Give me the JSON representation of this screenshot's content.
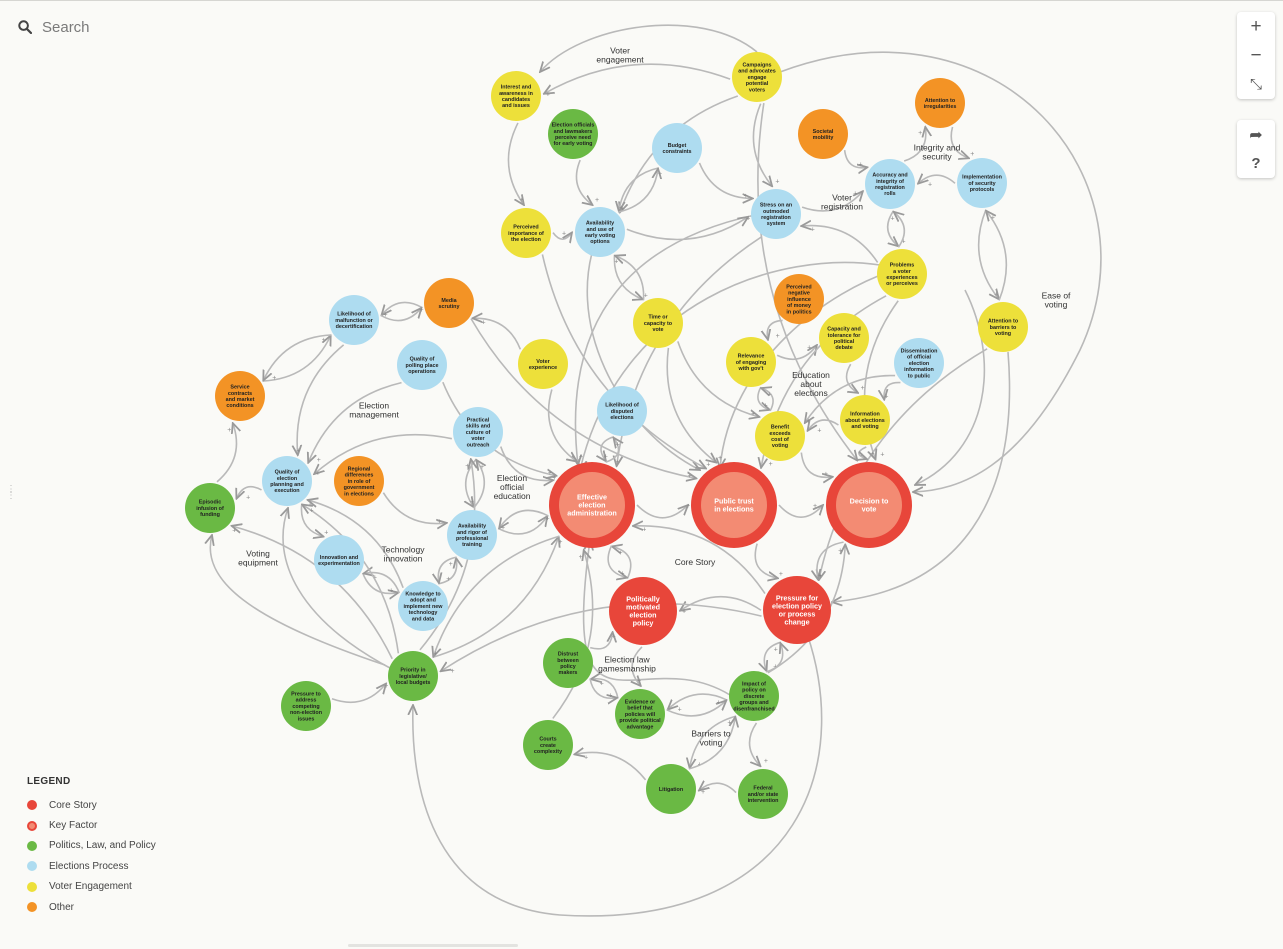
{
  "search": {
    "placeholder": "Search"
  },
  "toolbar": [
    {
      "name": "zoom-in-button",
      "glyph": "+"
    },
    {
      "name": "zoom-out-button",
      "glyph": "−"
    },
    {
      "name": "fit-screen-button",
      "glyph": "⤡"
    },
    {
      "name": "share-button",
      "glyph": "➦"
    },
    {
      "name": "help-button",
      "glyph": "?"
    }
  ],
  "colors": {
    "core": "#e8463a",
    "core_inner": "#f38b73",
    "key": "#e8463a",
    "politics": "#6ab944",
    "process": "#aedcf0",
    "engagement": "#ede03a",
    "other": "#f39325",
    "edge": "#b9b9b9"
  },
  "legend": {
    "title": "LEGEND",
    "items": [
      {
        "label": "Core Story",
        "cat": "core"
      },
      {
        "label": "Key Factor",
        "cat": "key"
      },
      {
        "label": "Politics, Law, and Policy",
        "cat": "politics"
      },
      {
        "label": "Elections Process",
        "cat": "process"
      },
      {
        "label": "Voter Engagement",
        "cat": "engagement"
      },
      {
        "label": "Other",
        "cat": "other"
      }
    ]
  },
  "nodes": [
    {
      "id": "campaigns",
      "cat": "engagement",
      "lines": [
        "Campaigns",
        "and advocates",
        "engage",
        "potential",
        "voters"
      ]
    },
    {
      "id": "interest",
      "cat": "engagement",
      "lines": [
        "Interest and",
        "awareness in",
        "candidates",
        "and issues"
      ]
    },
    {
      "id": "officials",
      "cat": "politics",
      "lines": [
        "Election officials",
        "and lawmakers",
        "perceive need",
        "for early voting"
      ]
    },
    {
      "id": "budget",
      "cat": "process",
      "lines": [
        "Budget",
        "constraints"
      ]
    },
    {
      "id": "societal",
      "cat": "other",
      "lines": [
        "Societal",
        "mobility"
      ]
    },
    {
      "id": "irregular",
      "cat": "other",
      "lines": [
        "Attention to",
        "irregularities"
      ]
    },
    {
      "id": "accuracy",
      "cat": "process",
      "lines": [
        "Accuracy and",
        "integrity of",
        "registration",
        "rolls"
      ]
    },
    {
      "id": "security",
      "cat": "process",
      "lines": [
        "Implementation",
        "of security",
        "protocols"
      ]
    },
    {
      "id": "importance",
      "cat": "engagement",
      "lines": [
        "Perceived",
        "importance of",
        "the election"
      ]
    },
    {
      "id": "early",
      "cat": "process",
      "lines": [
        "Availability",
        "and use of",
        "early voting",
        "options"
      ]
    },
    {
      "id": "stress",
      "cat": "process",
      "lines": [
        "Stress on an",
        "outmoded",
        "registration",
        "system"
      ]
    },
    {
      "id": "problems",
      "cat": "engagement",
      "lines": [
        "Problems",
        "a voter",
        "experiences",
        "or perceives"
      ]
    },
    {
      "id": "barriers",
      "cat": "engagement",
      "lines": [
        "Attention to",
        "barriers to",
        "voting"
      ]
    },
    {
      "id": "media",
      "cat": "other",
      "lines": [
        "Media",
        "scrutiny"
      ]
    },
    {
      "id": "malfunction",
      "cat": "process",
      "lines": [
        "Likelihood of",
        "malfunction or",
        "decertification"
      ]
    },
    {
      "id": "time",
      "cat": "engagement",
      "lines": [
        "Time or",
        "capacity to",
        "vote"
      ]
    },
    {
      "id": "money",
      "cat": "other",
      "lines": [
        "Perceived",
        "negative",
        "influence",
        "of money",
        "in politics"
      ]
    },
    {
      "id": "capacity",
      "cat": "engagement",
      "lines": [
        "Capacity and",
        "tolerance for",
        "political",
        "debate"
      ]
    },
    {
      "id": "service",
      "cat": "other",
      "lines": [
        "Service",
        "contracts",
        "and market",
        "conditions"
      ]
    },
    {
      "id": "polling",
      "cat": "process",
      "lines": [
        "Quality of",
        "polling place",
        "operations"
      ]
    },
    {
      "id": "experience",
      "cat": "engagement",
      "lines": [
        "Voter",
        "experience"
      ]
    },
    {
      "id": "relevance",
      "cat": "engagement",
      "lines": [
        "Relevance",
        "of engaging",
        "with gov't"
      ]
    },
    {
      "id": "dissemination",
      "cat": "process",
      "lines": [
        "Dissemination",
        "of official",
        "election",
        "information",
        "to public"
      ]
    },
    {
      "id": "practical",
      "cat": "process",
      "lines": [
        "Practical",
        "skills and",
        "culture of",
        "voter",
        "outreach"
      ]
    },
    {
      "id": "disputed",
      "cat": "process",
      "lines": [
        "Likelihood of",
        "disputed",
        "elections"
      ]
    },
    {
      "id": "information",
      "cat": "engagement",
      "lines": [
        "Information",
        "about elections",
        "and voting"
      ]
    },
    {
      "id": "benefit",
      "cat": "engagement",
      "lines": [
        "Benefit",
        "exceeds",
        "cost of",
        "voting"
      ]
    },
    {
      "id": "quality",
      "cat": "process",
      "lines": [
        "Quality of",
        "election",
        "planning and",
        "execution"
      ]
    },
    {
      "id": "regional",
      "cat": "other",
      "lines": [
        "Regional",
        "differences",
        "in role of",
        "government",
        "in elections"
      ]
    },
    {
      "id": "episodic",
      "cat": "politics",
      "lines": [
        "Episodic",
        "infusion of",
        "funding"
      ]
    },
    {
      "id": "training",
      "cat": "process",
      "lines": [
        "Availability",
        "and rigor of",
        "professional",
        "training"
      ]
    },
    {
      "id": "innovation",
      "cat": "process",
      "lines": [
        "Innovation and",
        "experimentation"
      ]
    },
    {
      "id": "knowledge",
      "cat": "process",
      "lines": [
        "Knowledge to",
        "adopt and",
        "implement new",
        "technology",
        "and data"
      ]
    },
    {
      "id": "effective",
      "cat": "core",
      "lines": [
        "Effective",
        "election",
        "administration"
      ]
    },
    {
      "id": "trust",
      "cat": "core",
      "lines": [
        "Public trust",
        "in elections"
      ]
    },
    {
      "id": "decision",
      "cat": "core",
      "lines": [
        "Decision to",
        "vote"
      ]
    },
    {
      "id": "motivated",
      "cat": "key",
      "lines": [
        "Politically",
        "motivated",
        "election",
        "policy"
      ]
    },
    {
      "id": "pressure",
      "cat": "key",
      "lines": [
        "Pressure for",
        "election policy",
        "or process",
        "change"
      ]
    },
    {
      "id": "distrust",
      "cat": "politics",
      "lines": [
        "Distrust",
        "between",
        "policy",
        "makers"
      ]
    },
    {
      "id": "evidence",
      "cat": "politics",
      "lines": [
        "Evidence or",
        "belief that",
        "policies will",
        "provide political",
        "advantage"
      ]
    },
    {
      "id": "impact",
      "cat": "politics",
      "lines": [
        "Impact of",
        "policy on",
        "discrete",
        "groups and",
        "disenfranchised"
      ]
    },
    {
      "id": "priority",
      "cat": "politics",
      "lines": [
        "Priority in",
        "legislative/",
        "local budgets"
      ]
    },
    {
      "id": "pressure2",
      "cat": "politics",
      "lines": [
        "Pressure to",
        "address",
        "competing",
        "non-election",
        "issues"
      ]
    },
    {
      "id": "courts",
      "cat": "politics",
      "lines": [
        "Courts",
        "create",
        "complexity"
      ]
    },
    {
      "id": "litigation",
      "cat": "politics",
      "lines": [
        "Litigation"
      ]
    },
    {
      "id": "federal",
      "cat": "politics",
      "lines": [
        "Federal",
        "and/or state",
        "intervention"
      ]
    }
  ],
  "loops": [
    {
      "lines": [
        "Voter",
        "engagement"
      ]
    },
    {
      "lines": [
        "Integrity and",
        "security"
      ]
    },
    {
      "lines": [
        "Voter",
        "registration"
      ]
    },
    {
      "lines": [
        "Ease of",
        "voting"
      ]
    },
    {
      "lines": [
        "Election",
        "management"
      ]
    },
    {
      "lines": [
        "Education",
        "about",
        "elections"
      ]
    },
    {
      "lines": [
        "Election",
        "official",
        "education"
      ]
    },
    {
      "lines": [
        "Voting",
        "equipment"
      ]
    },
    {
      "lines": [
        "Technology",
        "innovation"
      ]
    },
    {
      "lines": [
        "Core Story"
      ]
    },
    {
      "lines": [
        "Election law",
        "gamesmanship"
      ]
    },
    {
      "lines": [
        "Barriers to",
        "voting"
      ]
    }
  ],
  "edges": [
    [
      "campaigns",
      "interest"
    ],
    [
      "campaigns",
      "stress"
    ],
    [
      "campaigns",
      "early"
    ],
    [
      "campaigns",
      "decision"
    ],
    [
      "interest",
      "importance"
    ],
    [
      "officials",
      "early"
    ],
    [
      "budget",
      "early"
    ],
    [
      "early",
      "budget"
    ],
    [
      "budget",
      "stress"
    ],
    [
      "early",
      "time"
    ],
    [
      "time",
      "early"
    ],
    [
      "early",
      "stress"
    ],
    [
      "importance",
      "early"
    ],
    [
      "importance",
      "trust"
    ],
    [
      "societal",
      "accuracy"
    ],
    [
      "irregular",
      "security"
    ],
    [
      "accuracy",
      "irregular"
    ],
    [
      "security",
      "accuracy"
    ],
    [
      "stress",
      "accuracy"
    ],
    [
      "accuracy",
      "problems"
    ],
    [
      "problems",
      "accuracy"
    ],
    [
      "problems",
      "stress"
    ],
    [
      "security",
      "barriers"
    ],
    [
      "barriers",
      "security"
    ],
    [
      "barriers",
      "pressure"
    ],
    [
      "problems",
      "decision"
    ],
    [
      "stress",
      "effective"
    ],
    [
      "time",
      "trust"
    ],
    [
      "time",
      "benefit"
    ],
    [
      "money",
      "relevance"
    ],
    [
      "relevance",
      "capacity"
    ],
    [
      "capacity",
      "information"
    ],
    [
      "dissemination",
      "information"
    ],
    [
      "information",
      "benefit"
    ],
    [
      "relevance",
      "benefit"
    ],
    [
      "benefit",
      "relevance"
    ],
    [
      "benefit",
      "decision"
    ],
    [
      "problems",
      "trust"
    ],
    [
      "media",
      "malfunction"
    ],
    [
      "experience",
      "media"
    ],
    [
      "media",
      "trust"
    ],
    [
      "malfunction",
      "media"
    ],
    [
      "service",
      "malfunction"
    ],
    [
      "malfunction",
      "service"
    ],
    [
      "malfunction",
      "quality"
    ],
    [
      "polling",
      "quality"
    ],
    [
      "polling",
      "effective"
    ],
    [
      "experience",
      "effective"
    ],
    [
      "practical",
      "quality"
    ],
    [
      "practical",
      "effective"
    ],
    [
      "practical",
      "training"
    ],
    [
      "training",
      "practical"
    ],
    [
      "disputed",
      "effective"
    ],
    [
      "effective",
      "disputed"
    ],
    [
      "regional",
      "training"
    ],
    [
      "training",
      "effective"
    ],
    [
      "effective",
      "training"
    ],
    [
      "quality",
      "episodic"
    ],
    [
      "episodic",
      "service"
    ],
    [
      "quality",
      "innovation"
    ],
    [
      "innovation",
      "knowledge"
    ],
    [
      "knowledge",
      "innovation"
    ],
    [
      "knowledge",
      "training"
    ],
    [
      "training",
      "knowledge"
    ],
    [
      "knowledge",
      "quality"
    ],
    [
      "effective",
      "trust"
    ],
    [
      "trust",
      "decision"
    ],
    [
      "trust",
      "pressure"
    ],
    [
      "decision",
      "pressure"
    ],
    [
      "pressure",
      "effective"
    ],
    [
      "pressure",
      "motivated"
    ],
    [
      "motivated",
      "effective"
    ],
    [
      "effective",
      "motivated"
    ],
    [
      "distrust",
      "motivated"
    ],
    [
      "motivated",
      "evidence"
    ],
    [
      "evidence",
      "distrust"
    ],
    [
      "distrust",
      "evidence"
    ],
    [
      "impact",
      "evidence"
    ],
    [
      "evidence",
      "impact"
    ],
    [
      "pressure",
      "impact"
    ],
    [
      "impact",
      "pressure"
    ],
    [
      "impact",
      "litigation"
    ],
    [
      "litigation",
      "impact"
    ],
    [
      "impact",
      "federal"
    ],
    [
      "federal",
      "litigation"
    ],
    [
      "litigation",
      "courts"
    ],
    [
      "courts",
      "effective"
    ],
    [
      "priority",
      "effective"
    ],
    [
      "effective",
      "priority"
    ],
    [
      "priority",
      "quality"
    ],
    [
      "priority",
      "episodic"
    ],
    [
      "pressure2",
      "priority"
    ],
    [
      "priority",
      "practical"
    ],
    [
      "pressure",
      "priority"
    ],
    [
      "impact",
      "decision"
    ],
    [
      "information",
      "decision"
    ],
    [
      "dissemination",
      "benefit"
    ]
  ]
}
